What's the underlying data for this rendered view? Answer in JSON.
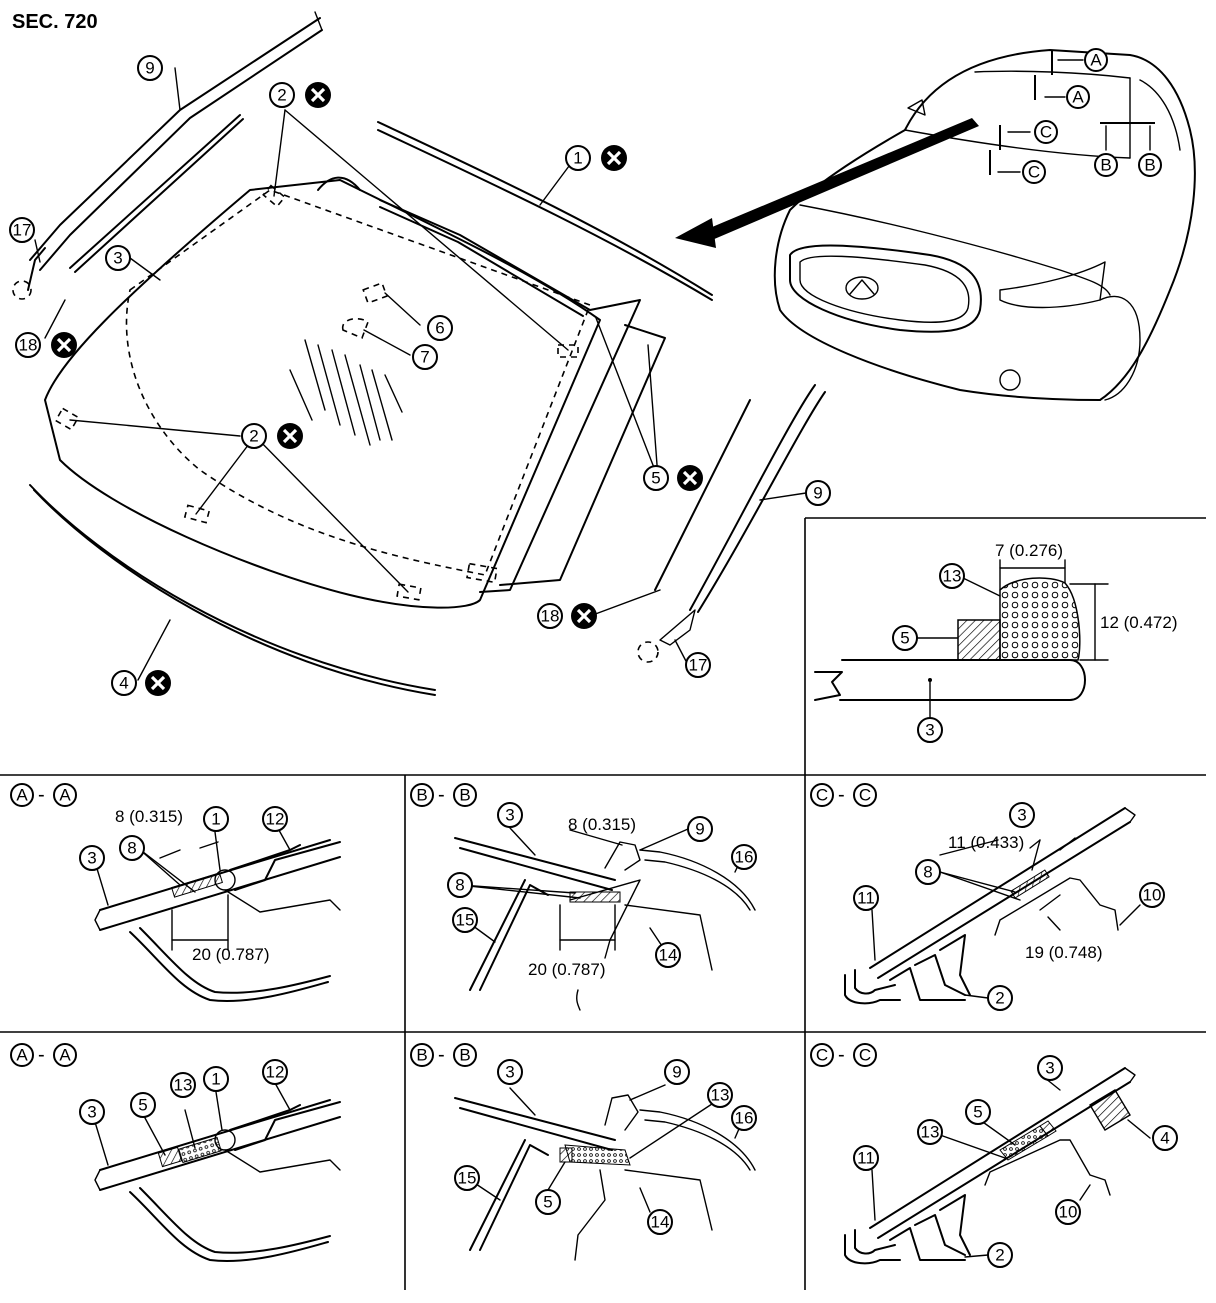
{
  "page": {
    "section_code": "SEC. 720"
  },
  "callouts": {
    "c1": "1",
    "c2": "2",
    "c3": "3",
    "c4": "4",
    "c5": "5",
    "c6": "6",
    "c7": "7",
    "c8": "8",
    "c9": "9",
    "c10": "10",
    "c11": "11",
    "c12": "12",
    "c13": "13",
    "c14": "14",
    "c15": "15",
    "c16": "16",
    "c17": "17",
    "c18": "18"
  },
  "markers": {
    "A": "A",
    "B": "B",
    "C": "C",
    "dash": "-"
  },
  "dimensions": {
    "d_7": "7 (0.276)",
    "d_12": "12 (0.472)",
    "d_8": "8 (0.315)",
    "d_20": "20 (0.787)",
    "d_11": "11 (0.433)",
    "d_19": "19 (0.748)"
  },
  "symbols": {
    "replace_part": "x-circle-icon",
    "clip": "dashed-clip-icon"
  },
  "colors": {
    "line": "#000000",
    "background": "#ffffff",
    "hatch": "#000000"
  }
}
